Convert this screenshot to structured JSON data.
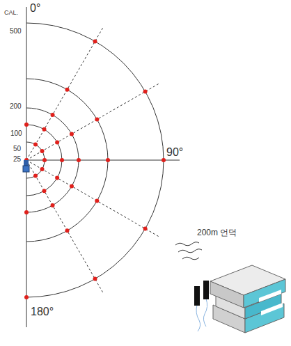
{
  "diagram": {
    "labels": [
      "CAL.",
      "0°",
      "500",
      "200",
      "100",
      "50",
      "25",
      "90°",
      "180°",
      "200m 언덕"
    ]
  }
}
